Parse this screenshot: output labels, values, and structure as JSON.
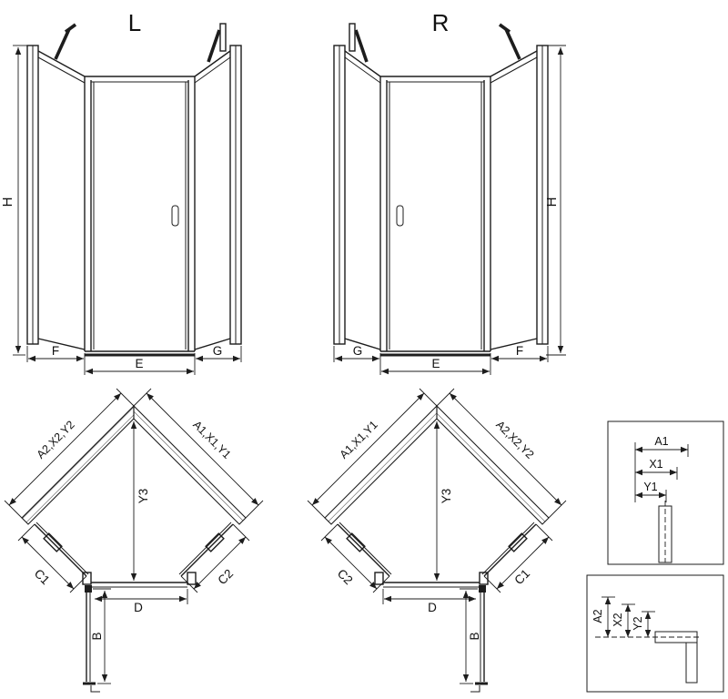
{
  "page": {
    "background": "#ffffff",
    "line_color": "#1d1d1d"
  },
  "front_left": {
    "title": "L",
    "dims": {
      "h": "H",
      "f": "F",
      "e": "E",
      "g": "G"
    }
  },
  "front_right": {
    "title": "R",
    "dims": {
      "h": "H",
      "g": "G",
      "e": "E",
      "f": "F"
    }
  },
  "plan_left": {
    "dims": {
      "left_diagonal": "A2,X2,Y2",
      "right_diagonal": "A1,X1,Y1",
      "center_vertical": "Y3",
      "left_side": "C1",
      "right_side": "C2",
      "front": "D",
      "door_depth": "B"
    }
  },
  "plan_right": {
    "dims": {
      "left_diagonal": "A1,X1,Y1",
      "right_diagonal": "A2,X2,Y2",
      "center_vertical": "Y3",
      "left_side": "C2",
      "right_side": "C1",
      "front": "D",
      "door_depth": "B"
    }
  },
  "detail_top": {
    "dims": {
      "a1": "A1",
      "x1": "X1",
      "y1": "Y1"
    }
  },
  "detail_bottom": {
    "dims": {
      "a2": "A2",
      "x2": "X2",
      "y2": "Y2"
    }
  }
}
